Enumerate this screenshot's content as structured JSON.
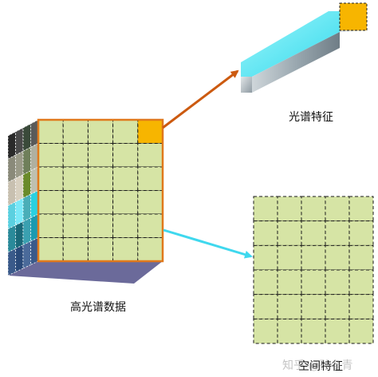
{
  "labels": {
    "hyperspectral_data": "高光谱数据",
    "spectral_feature": "光谱特征",
    "spatial_feature": "空间特征"
  },
  "watermark": "知乎 @孙冬青",
  "colors": {
    "cell_fill": "#d6e4a5",
    "grid_dash": "#1a1a1a",
    "cube_border": "#e0791c",
    "highlight_cell": "#f7b500",
    "arrow_spectral": "#cc5a10",
    "arrow_spatial": "#3fd8ee",
    "cube_bottom": "#6b6a9a",
    "bar_front": "#7a8a96",
    "bar_top": "#46e6f5"
  },
  "cube": {
    "grid_rows": 6,
    "grid_cols": 5
  },
  "spatial_grid": {
    "rows": 6,
    "cols": 5
  },
  "side_band_colors": [
    [
      "#2a2a2a",
      "#4a4a4a",
      "#3a4a3a",
      "#5a5a5a"
    ],
    [
      "#8a8a7a",
      "#9a9a88",
      "#6f7f5a",
      "#b0b0a0"
    ],
    [
      "#c8c0b0",
      "#d8d0c0",
      "#6a8a2a",
      "#bfc0b0"
    ],
    [
      "#5ad0e0",
      "#7ae8f8",
      "#4aaeb8",
      "#2ad0e0"
    ],
    [
      "#2a8a9a",
      "#1a6a7a",
      "#3aa0b0",
      "#1a9ab0"
    ],
    [
      "#3a5a8a",
      "#2a4a7a",
      "#4a6a9a",
      "#3a5a8a"
    ]
  ]
}
